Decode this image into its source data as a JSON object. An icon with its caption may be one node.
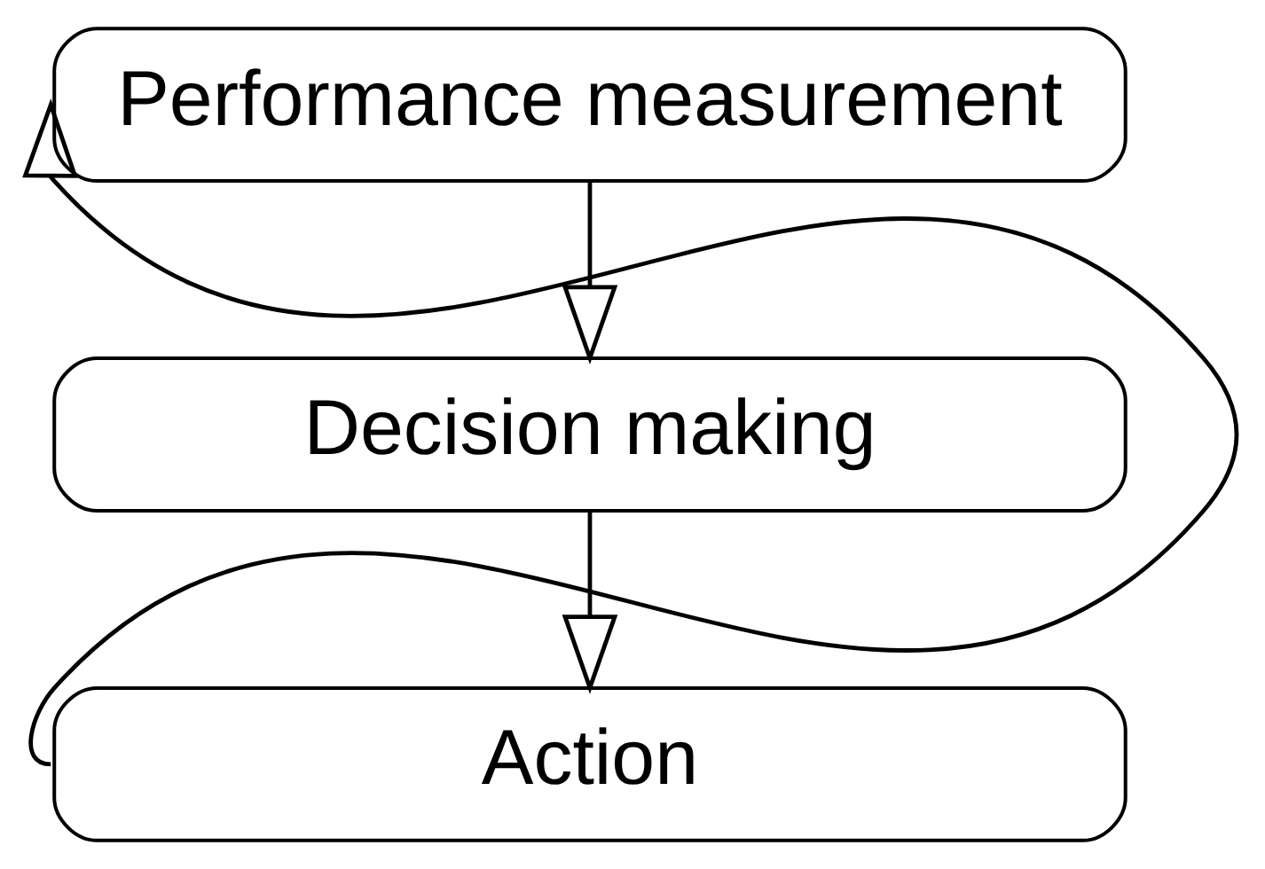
{
  "diagram": {
    "nodes": [
      {
        "text": [
          "Performance measurement"
        ]
      },
      {
        "text": [
          "Decision making"
        ]
      },
      {
        "text": [
          "Action"
        ]
      }
    ],
    "edges": [
      {
        "from": 0,
        "to": 1,
        "arrow": "to"
      },
      {
        "from": 1,
        "to": 2,
        "arrow": "to"
      },
      {
        "from": 2,
        "to": 0,
        "arrow": "to"
      }
    ]
  }
}
